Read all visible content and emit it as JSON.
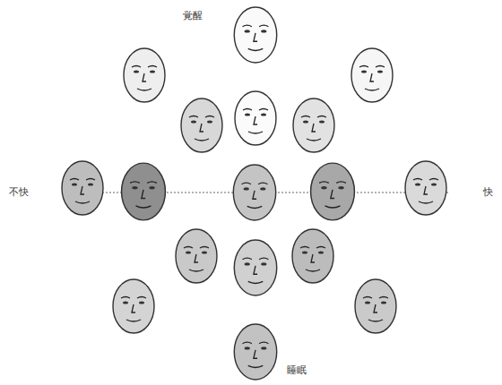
{
  "diagram": {
    "labels": [
      "覚醒",
      "不快",
      "快",
      "睡眠"
    ]
  }
}
